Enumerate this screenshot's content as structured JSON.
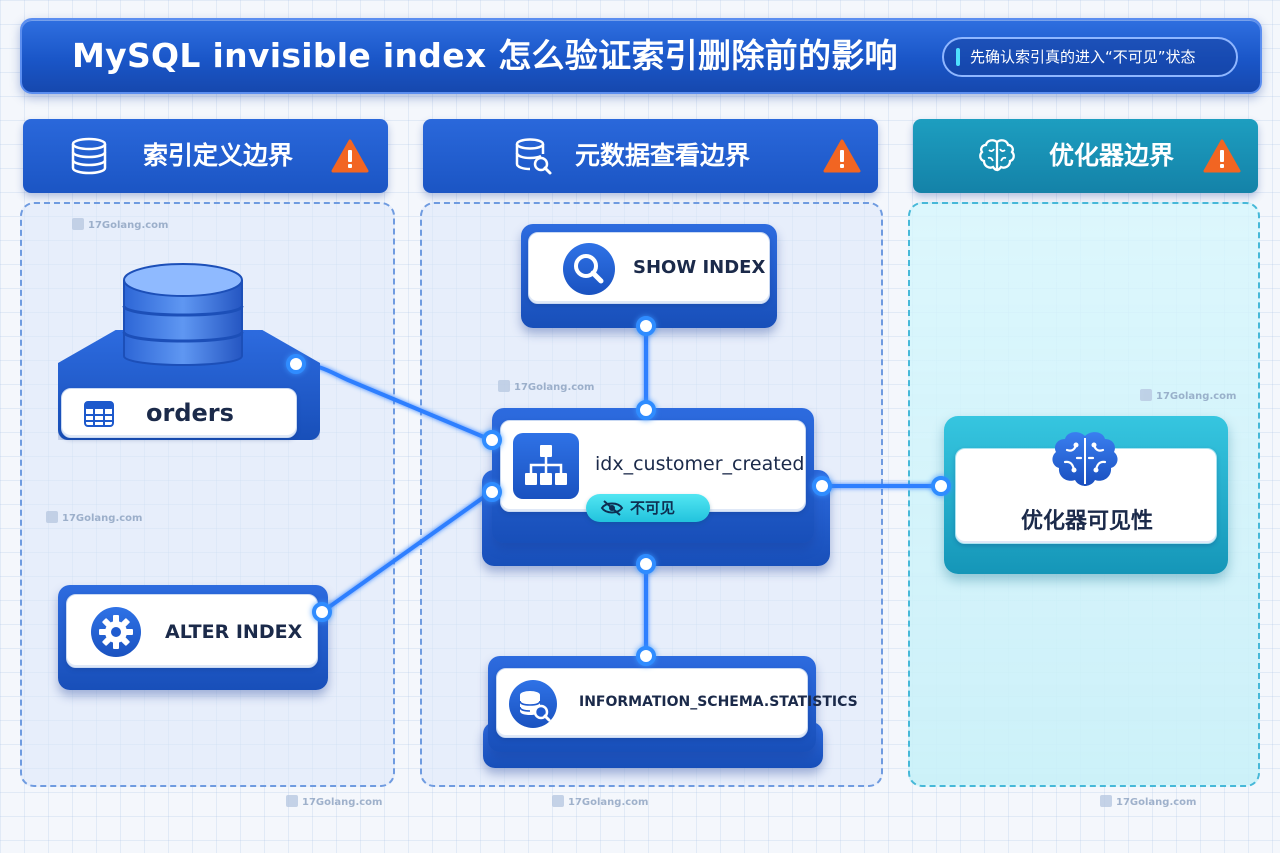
{
  "title": "MySQL invisible index 怎么验证索引删除前的影响",
  "subtitle": "先确认索引真的进入“不可见”状态",
  "columns": [
    {
      "label": "索引定义边界",
      "icon": "database-icon"
    },
    {
      "label": "元数据查看边界",
      "icon": "database-search-icon"
    },
    {
      "label": "优化器边界",
      "icon": "brain-icon"
    }
  ],
  "nodes": {
    "orders": "orders",
    "alter_index": "ALTER INDEX",
    "show_index": "SHOW INDEX",
    "index_name": "idx_customer_created",
    "invisible_badge": "不可见",
    "info_schema": "INFORMATION_SCHEMA.STATISTICS",
    "optimizer_visibility": "优化器可见性"
  },
  "watermark": "17Golang.com",
  "colors": {
    "primary": "#1b55c4",
    "teal": "#1482a8",
    "warning": "#f26522",
    "wire": "#2f7fff",
    "badge": "#22c3dd"
  }
}
